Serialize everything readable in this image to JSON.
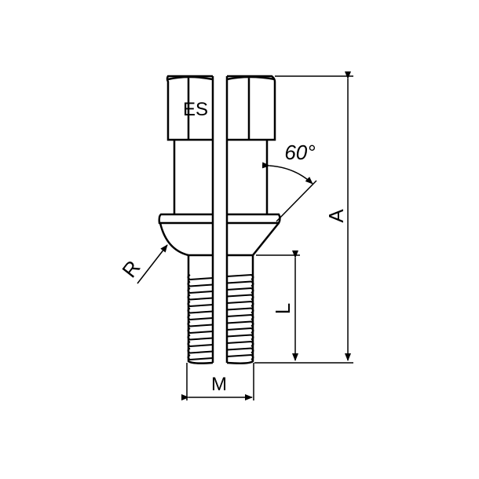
{
  "labels": {
    "head_marking": "ES",
    "angle": "60°",
    "overall_length": "A",
    "thread_length": "L",
    "thread_diameter": "M",
    "radius": "R"
  },
  "colors": {
    "line": "#000000",
    "background": "#ffffff"
  }
}
